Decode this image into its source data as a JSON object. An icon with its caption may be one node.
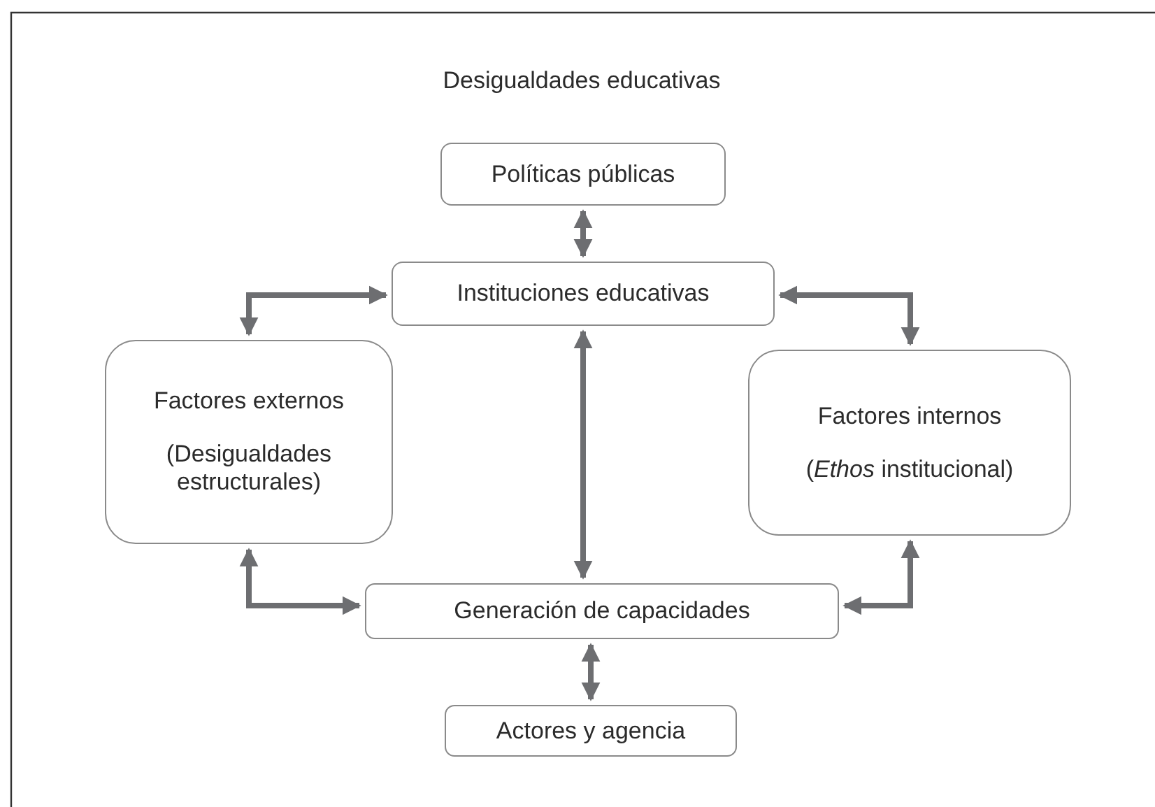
{
  "diagram": {
    "title": "Desigualdades educativas",
    "nodes": [
      {
        "text": [
          "Políticas públicas"
        ]
      },
      {
        "text": [
          "Instituciones educativas"
        ]
      },
      {
        "text": [
          "Factores externos",
          "(Desigualdades estructurales)"
        ]
      },
      {
        "text": [
          "Factores internos",
          "(*Ethos* institucional)"
        ]
      },
      {
        "text": [
          "Generación de capacidades"
        ]
      },
      {
        "text": [
          "Actores y agencia"
        ]
      }
    ],
    "edges": [
      {
        "from": 0,
        "to": 1,
        "arrow": "both"
      },
      {
        "from": 1,
        "to": 2,
        "arrow": "both"
      },
      {
        "from": 1,
        "to": 3,
        "arrow": "both"
      },
      {
        "from": 1,
        "to": 4,
        "arrow": "both"
      },
      {
        "from": 2,
        "to": 4,
        "arrow": "both"
      },
      {
        "from": 3,
        "to": 4,
        "arrow": "both"
      },
      {
        "from": 4,
        "to": 5,
        "arrow": "both"
      }
    ]
  }
}
